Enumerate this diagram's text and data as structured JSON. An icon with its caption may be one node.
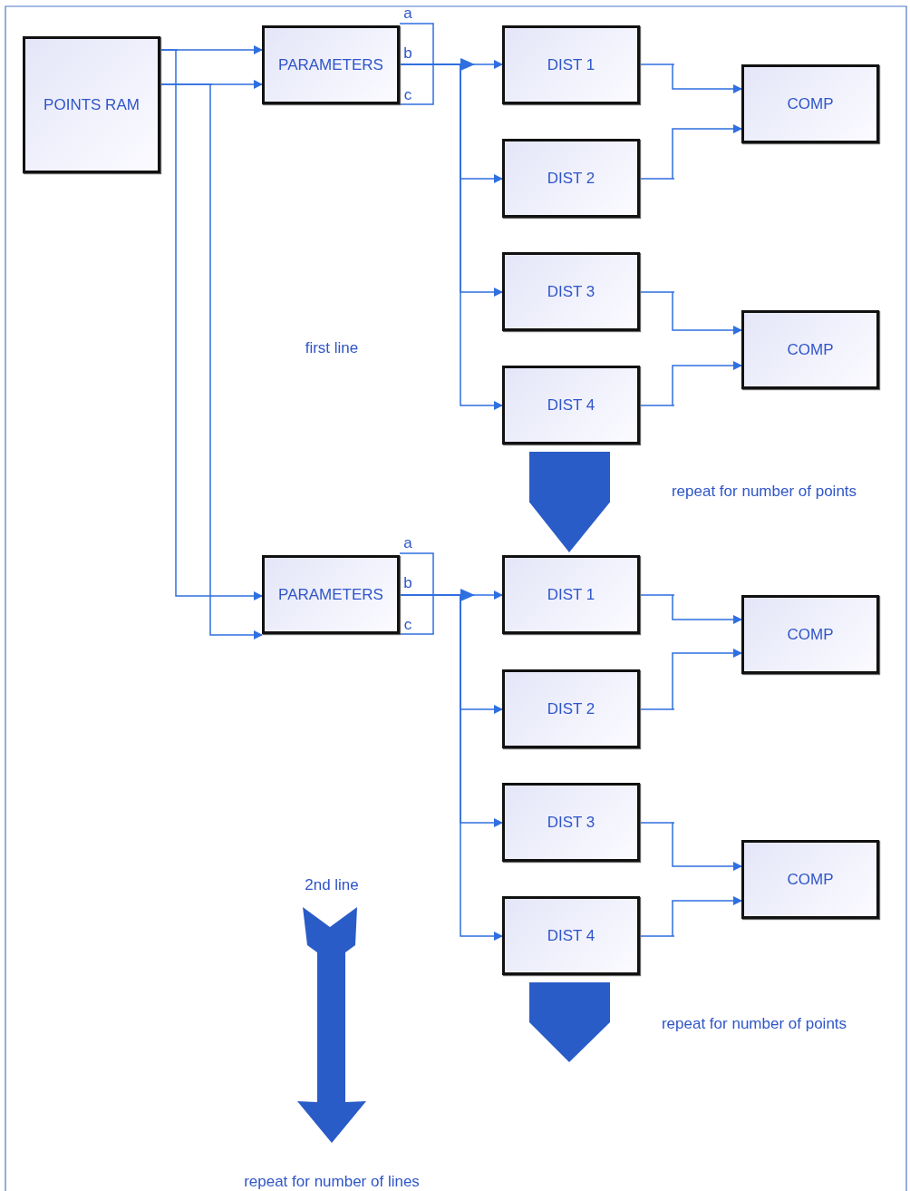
{
  "diagram": {
    "nodes": [
      {
        "text": [
          "POINTS RAM"
        ]
      },
      {
        "text": [
          "PARAMETERS"
        ]
      },
      {
        "text": [
          "DIST 1"
        ]
      },
      {
        "text": [
          "DIST 2"
        ]
      },
      {
        "text": [
          "DIST 3"
        ]
      },
      {
        "text": [
          "DIST 4"
        ]
      },
      {
        "text": [
          "COMP"
        ]
      },
      {
        "text": [
          "COMP"
        ]
      },
      {
        "text": [
          "PARAMETERS"
        ]
      },
      {
        "text": [
          "DIST 1"
        ]
      },
      {
        "text": [
          "DIST 2"
        ]
      },
      {
        "text": [
          "DIST 3"
        ]
      },
      {
        "text": [
          "DIST 4"
        ]
      },
      {
        "text": [
          "COMP"
        ]
      },
      {
        "text": [
          "COMP"
        ]
      }
    ],
    "edges": [
      {
        "from": 0,
        "to": 1,
        "arrow": "to"
      },
      {
        "from": 0,
        "to": 1,
        "arrow": "to"
      },
      {
        "from": 0,
        "to": 8,
        "arrow": "to"
      },
      {
        "from": 0,
        "to": 8,
        "arrow": "to"
      },
      {
        "from": 1,
        "to": 2,
        "arrow": "to"
      },
      {
        "from": 1,
        "to": 3,
        "arrow": "to"
      },
      {
        "from": 1,
        "to": 4,
        "arrow": "to"
      },
      {
        "from": 1,
        "to": 5,
        "arrow": "to"
      },
      {
        "from": 2,
        "to": 6,
        "arrow": "to"
      },
      {
        "from": 3,
        "to": 6,
        "arrow": "to"
      },
      {
        "from": 4,
        "to": 7,
        "arrow": "to"
      },
      {
        "from": 5,
        "to": 7,
        "arrow": "to"
      },
      {
        "from": 8,
        "to": 9,
        "arrow": "to"
      },
      {
        "from": 8,
        "to": 10,
        "arrow": "to"
      },
      {
        "from": 8,
        "to": 11,
        "arrow": "to"
      },
      {
        "from": 8,
        "to": 12,
        "arrow": "to"
      },
      {
        "from": 9,
        "to": 13,
        "arrow": "to"
      },
      {
        "from": 10,
        "to": 13,
        "arrow": "to"
      },
      {
        "from": 11,
        "to": 14,
        "arrow": "to"
      },
      {
        "from": 12,
        "to": 14,
        "arrow": "to"
      },
      {
        "from": 5,
        "to": 9,
        "arrow": "to",
        "style": "thick"
      },
      {
        "from": 12,
        "to": null,
        "arrow": "to",
        "style": "thick"
      }
    ],
    "labels": [
      "a",
      "b",
      "c",
      "first line",
      "repeat for number of points",
      "a",
      "b",
      "c",
      "2nd line",
      "repeat for number of points",
      "repeat for number of lines"
    ]
  }
}
